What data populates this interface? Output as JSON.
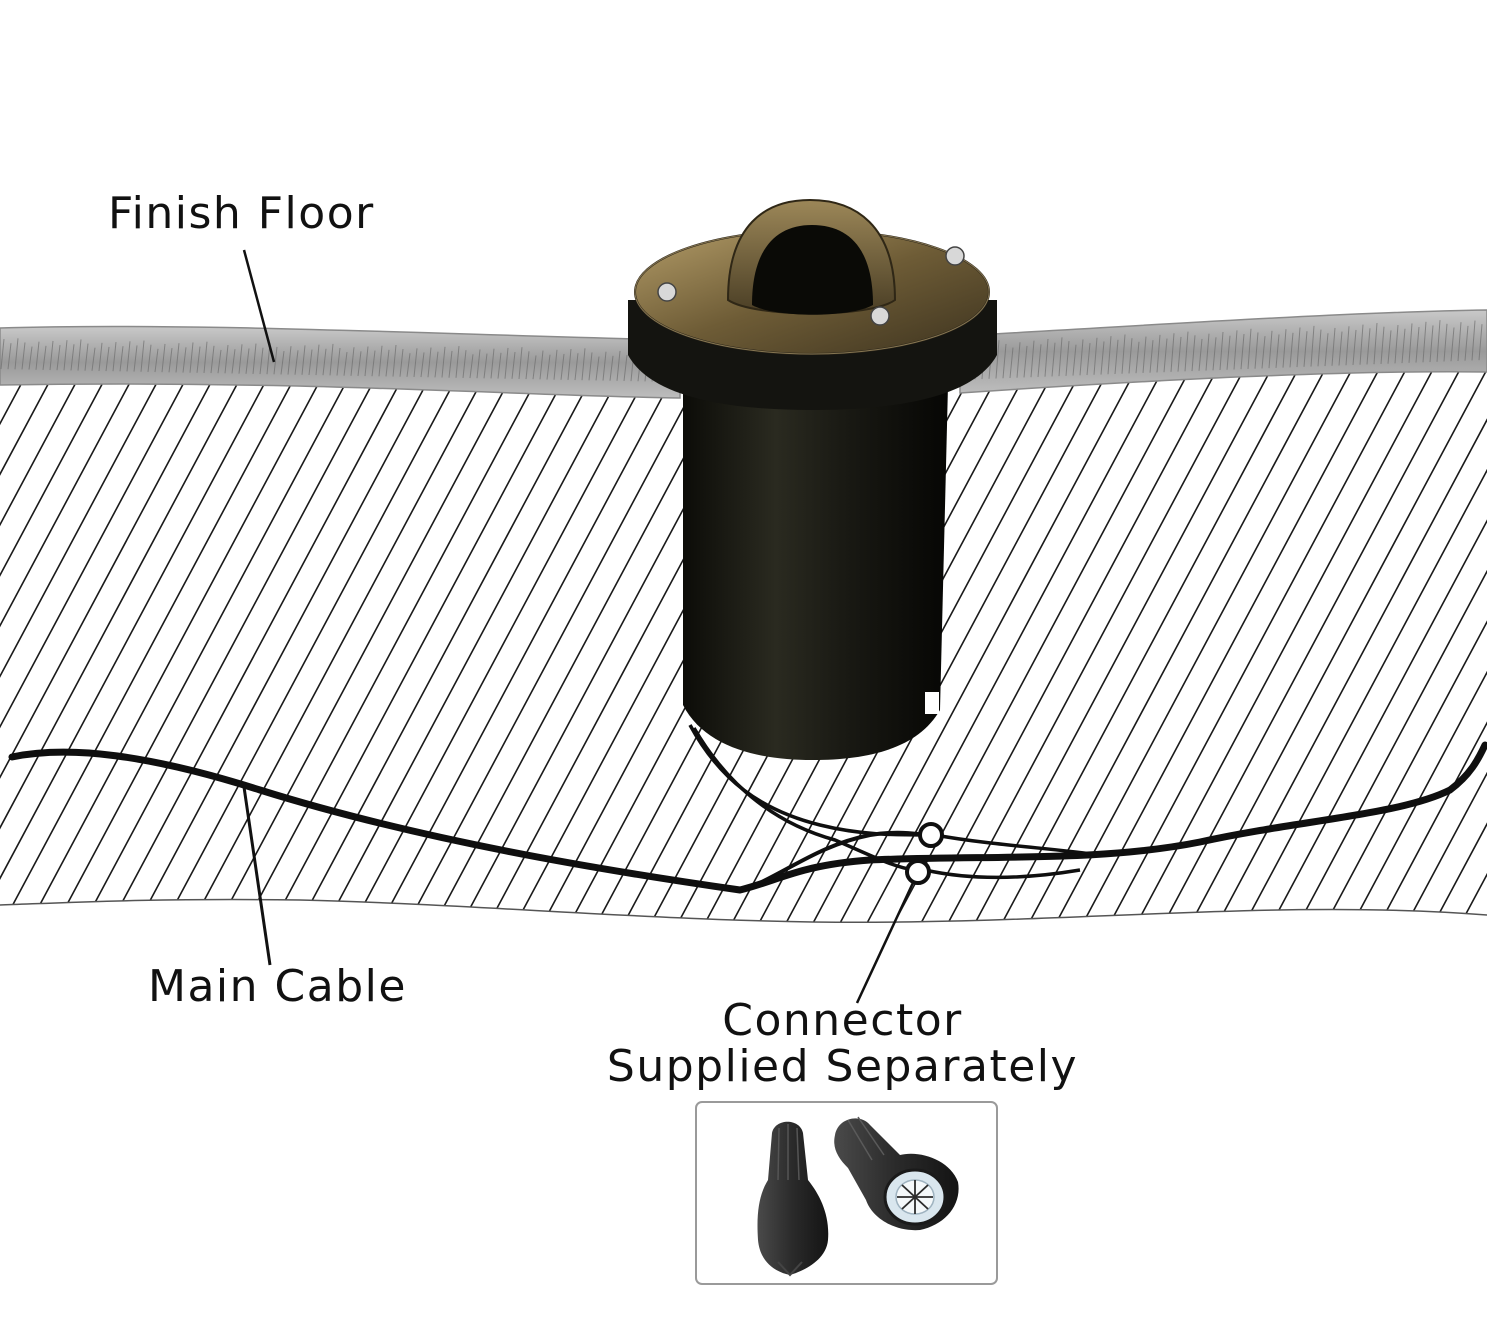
{
  "labels": {
    "finish_floor": "Finish Floor",
    "main_cable": "Main Cable",
    "connector_line1": "Connector",
    "connector_line2": "Supplied Separately"
  },
  "colors": {
    "background": "#ffffff",
    "floor_slab": "#a6a6a6",
    "hatch": "#1a1a1a",
    "fixture_body": "#1f1f17",
    "fixture_trim": "#8a7547",
    "cable": "#0f0f0f",
    "connector_body": "#2e2e2e",
    "connector_insert": "#d9e6ee"
  },
  "icons": [
    "well-light-fixture-icon",
    "wire-connector-icon"
  ]
}
